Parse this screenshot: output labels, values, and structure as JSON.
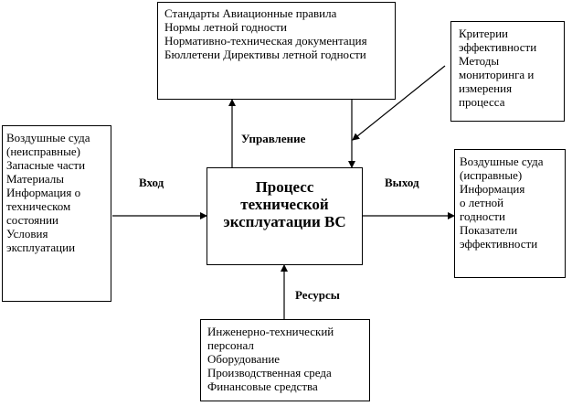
{
  "control_box": {
    "lines": [
      "Стандарты  Авиационные правила",
      "Нормы летной годности",
      "Нормативно-техническая документация",
      "Бюллетени  Директивы летной годности"
    ]
  },
  "criteria_box": {
    "lines": [
      "Критерии",
      "эффективности",
      "Методы",
      "мониторинга и",
      "измерения",
      "процесса"
    ]
  },
  "input_box": {
    "lines": [
      "Воздушные суда",
      "(неисправные)",
      "Запасные части",
      "Материалы",
      "Информация о",
      "техническом",
      "состоянии",
      "Условия",
      "эксплуатации"
    ]
  },
  "output_box": {
    "lines": [
      "Воздушные суда",
      "(исправные)",
      "Информация",
      "о летной",
      "годности",
      "Показатели",
      "эффективности"
    ]
  },
  "resources_box": {
    "lines": [
      "Инженерно-технический",
      "персонал",
      "Оборудование",
      "Производственная среда",
      "Финансовые средства"
    ]
  },
  "process_box": {
    "lines": [
      "Процесс",
      "технической",
      "эксплуатации ВС"
    ]
  },
  "labels": {
    "control": "Управление",
    "input": "Вход",
    "output": "Выход",
    "resources": "Ресурсы"
  }
}
